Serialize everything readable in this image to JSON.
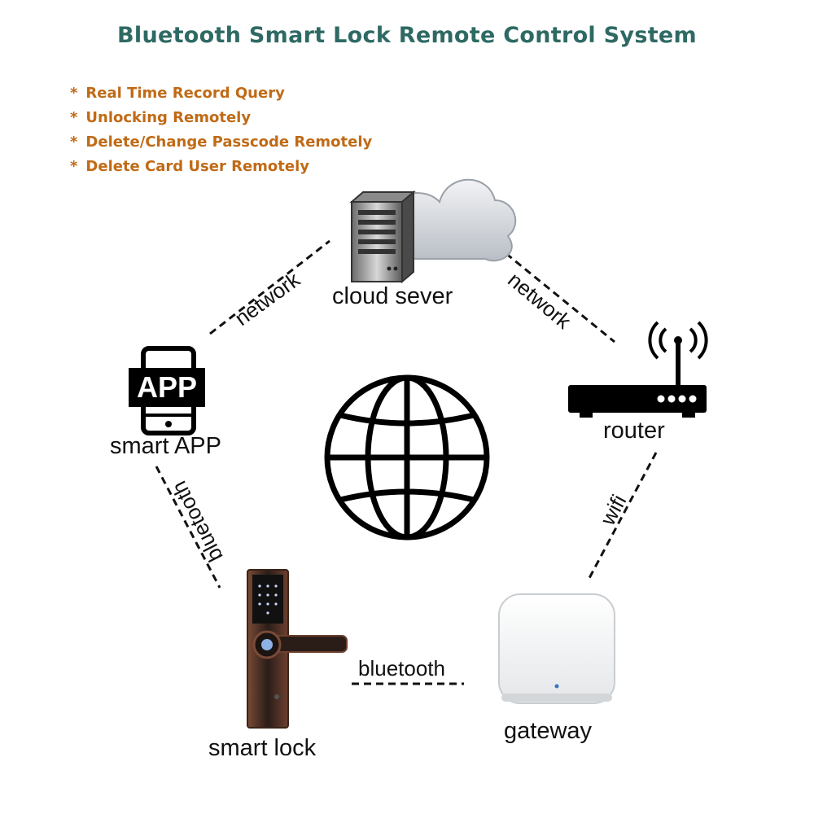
{
  "title": "Bluetooth Smart Lock Remote Control System",
  "features": [
    "Real Time Record Query",
    "Unlocking Remotely",
    "Delete/Change Passcode Remotely",
    "Delete Card User Remotely"
  ],
  "feature_bullet": "*",
  "nodes": {
    "cloud": {
      "label": "cloud sever",
      "icon": "cloud-server-icon"
    },
    "app": {
      "label": "smart APP",
      "icon": "smartphone-app-icon",
      "badge": "APP"
    },
    "router": {
      "label": "router",
      "icon": "router-icon"
    },
    "lock": {
      "label": "smart lock",
      "icon": "smart-lock-icon"
    },
    "gateway": {
      "label": "gateway",
      "icon": "gateway-icon"
    },
    "center": {
      "icon": "globe-icon"
    }
  },
  "links": {
    "app_cloud": "network",
    "cloud_router": "network",
    "app_lock": "bluetooth",
    "router_gateway": "wifi",
    "lock_gateway": "bluetooth"
  },
  "colors": {
    "title": "#2e6a63",
    "features": "#c06a16",
    "text": "#111111"
  }
}
